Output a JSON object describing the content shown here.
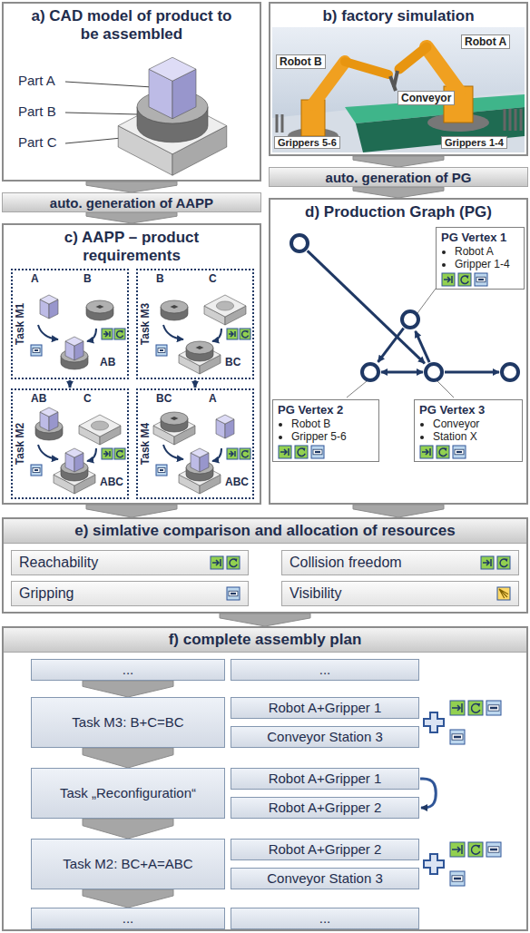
{
  "diagram": {
    "nodes": [
      {
        "text": [
          "a) CAD model of product to be assembled"
        ]
      },
      {
        "text": [
          "b) factory simulation"
        ]
      },
      {
        "text": [
          "auto. generation of AAPP"
        ]
      },
      {
        "text": [
          "auto. generation of PG"
        ]
      },
      {
        "text": [
          "c) AAPP – product requirements"
        ]
      },
      {
        "text": [
          "Task M1"
        ],
        "in": 4
      },
      {
        "text": [
          "Task M3"
        ],
        "in": 4
      },
      {
        "text": [
          "Task M2"
        ],
        "in": 4
      },
      {
        "text": [
          "Task M4"
        ],
        "in": 4
      },
      {
        "text": [
          "d) Production Graph (PG)"
        ]
      },
      {
        "text": [
          "PG Vertex 1",
          "Robot A",
          "Gripper 1-4"
        ],
        "in": 9
      },
      {
        "text": [
          "PG Vertex 2",
          "Robot B",
          "Gripper 5-6"
        ],
        "in": 9
      },
      {
        "text": [
          "PG Vertex 3",
          "Conveyor",
          "Station X"
        ],
        "in": 9
      },
      {
        "text": [
          "e) simlative comparison and allocation of resources"
        ]
      },
      {
        "text": [
          "Reachability"
        ],
        "in": 13
      },
      {
        "text": [
          "Collision freedom"
        ],
        "in": 13
      },
      {
        "text": [
          "Gripping"
        ],
        "in": 13
      },
      {
        "text": [
          "Visibility"
        ],
        "in": 13
      },
      {
        "text": [
          "f) complete assembly plan"
        ]
      },
      {
        "text": [
          "..."
        ],
        "in": 18
      },
      {
        "text": [
          "..."
        ],
        "in": 18
      },
      {
        "text": [
          "Task M3: B+C=BC"
        ],
        "in": 18
      },
      {
        "text": [
          "Robot A+Gripper 1"
        ],
        "in": 18
      },
      {
        "text": [
          "Conveyor Station 3"
        ],
        "in": 18
      },
      {
        "text": [
          "Task „Reconfiguration“"
        ],
        "in": 18
      },
      {
        "text": [
          "Robot A+Gripper 1"
        ],
        "in": 18
      },
      {
        "text": [
          "Robot A+Gripper 2"
        ],
        "in": 18
      },
      {
        "text": [
          "Task M2: BC+A=ABC"
        ],
        "in": 18
      },
      {
        "text": [
          "Robot A+Gripper 2"
        ],
        "in": 18
      },
      {
        "text": [
          "Conveyor Station 3"
        ],
        "in": 18
      },
      {
        "text": [
          "..."
        ],
        "in": 18
      },
      {
        "text": [
          "..."
        ],
        "in": 18
      }
    ],
    "edges": [
      {
        "from": 0,
        "to": 2,
        "arrow": "to"
      },
      {
        "from": 2,
        "to": 4,
        "arrow": "to"
      },
      {
        "from": 1,
        "to": 3,
        "arrow": "to"
      },
      {
        "from": 3,
        "to": 9,
        "arrow": "to"
      },
      {
        "from": 4,
        "to": 13,
        "arrow": "to"
      },
      {
        "from": 9,
        "to": 13,
        "arrow": "to"
      },
      {
        "from": 13,
        "to": 18,
        "arrow": "to"
      },
      {
        "from": 5,
        "to": 7,
        "arrow": "to"
      },
      {
        "from": 6,
        "to": 8,
        "arrow": "to"
      },
      {
        "from": 19,
        "to": 21,
        "arrow": "to"
      },
      {
        "from": 21,
        "to": 24,
        "arrow": "to"
      },
      {
        "from": 24,
        "to": 27,
        "arrow": "to"
      },
      {
        "from": 27,
        "to": 30,
        "arrow": "to"
      },
      {
        "from": 25,
        "to": 26,
        "arrow": "to"
      }
    ],
    "labels": [
      "Part A",
      "Part B",
      "Part C",
      "Robot B",
      "Robot A",
      "Conveyor",
      "Grippers 5-6",
      "Grippers 1-4",
      "A",
      "B",
      "AB",
      "B",
      "C",
      "BC",
      "AB",
      "C",
      "ABC",
      "BC",
      "A",
      "ABC"
    ]
  }
}
